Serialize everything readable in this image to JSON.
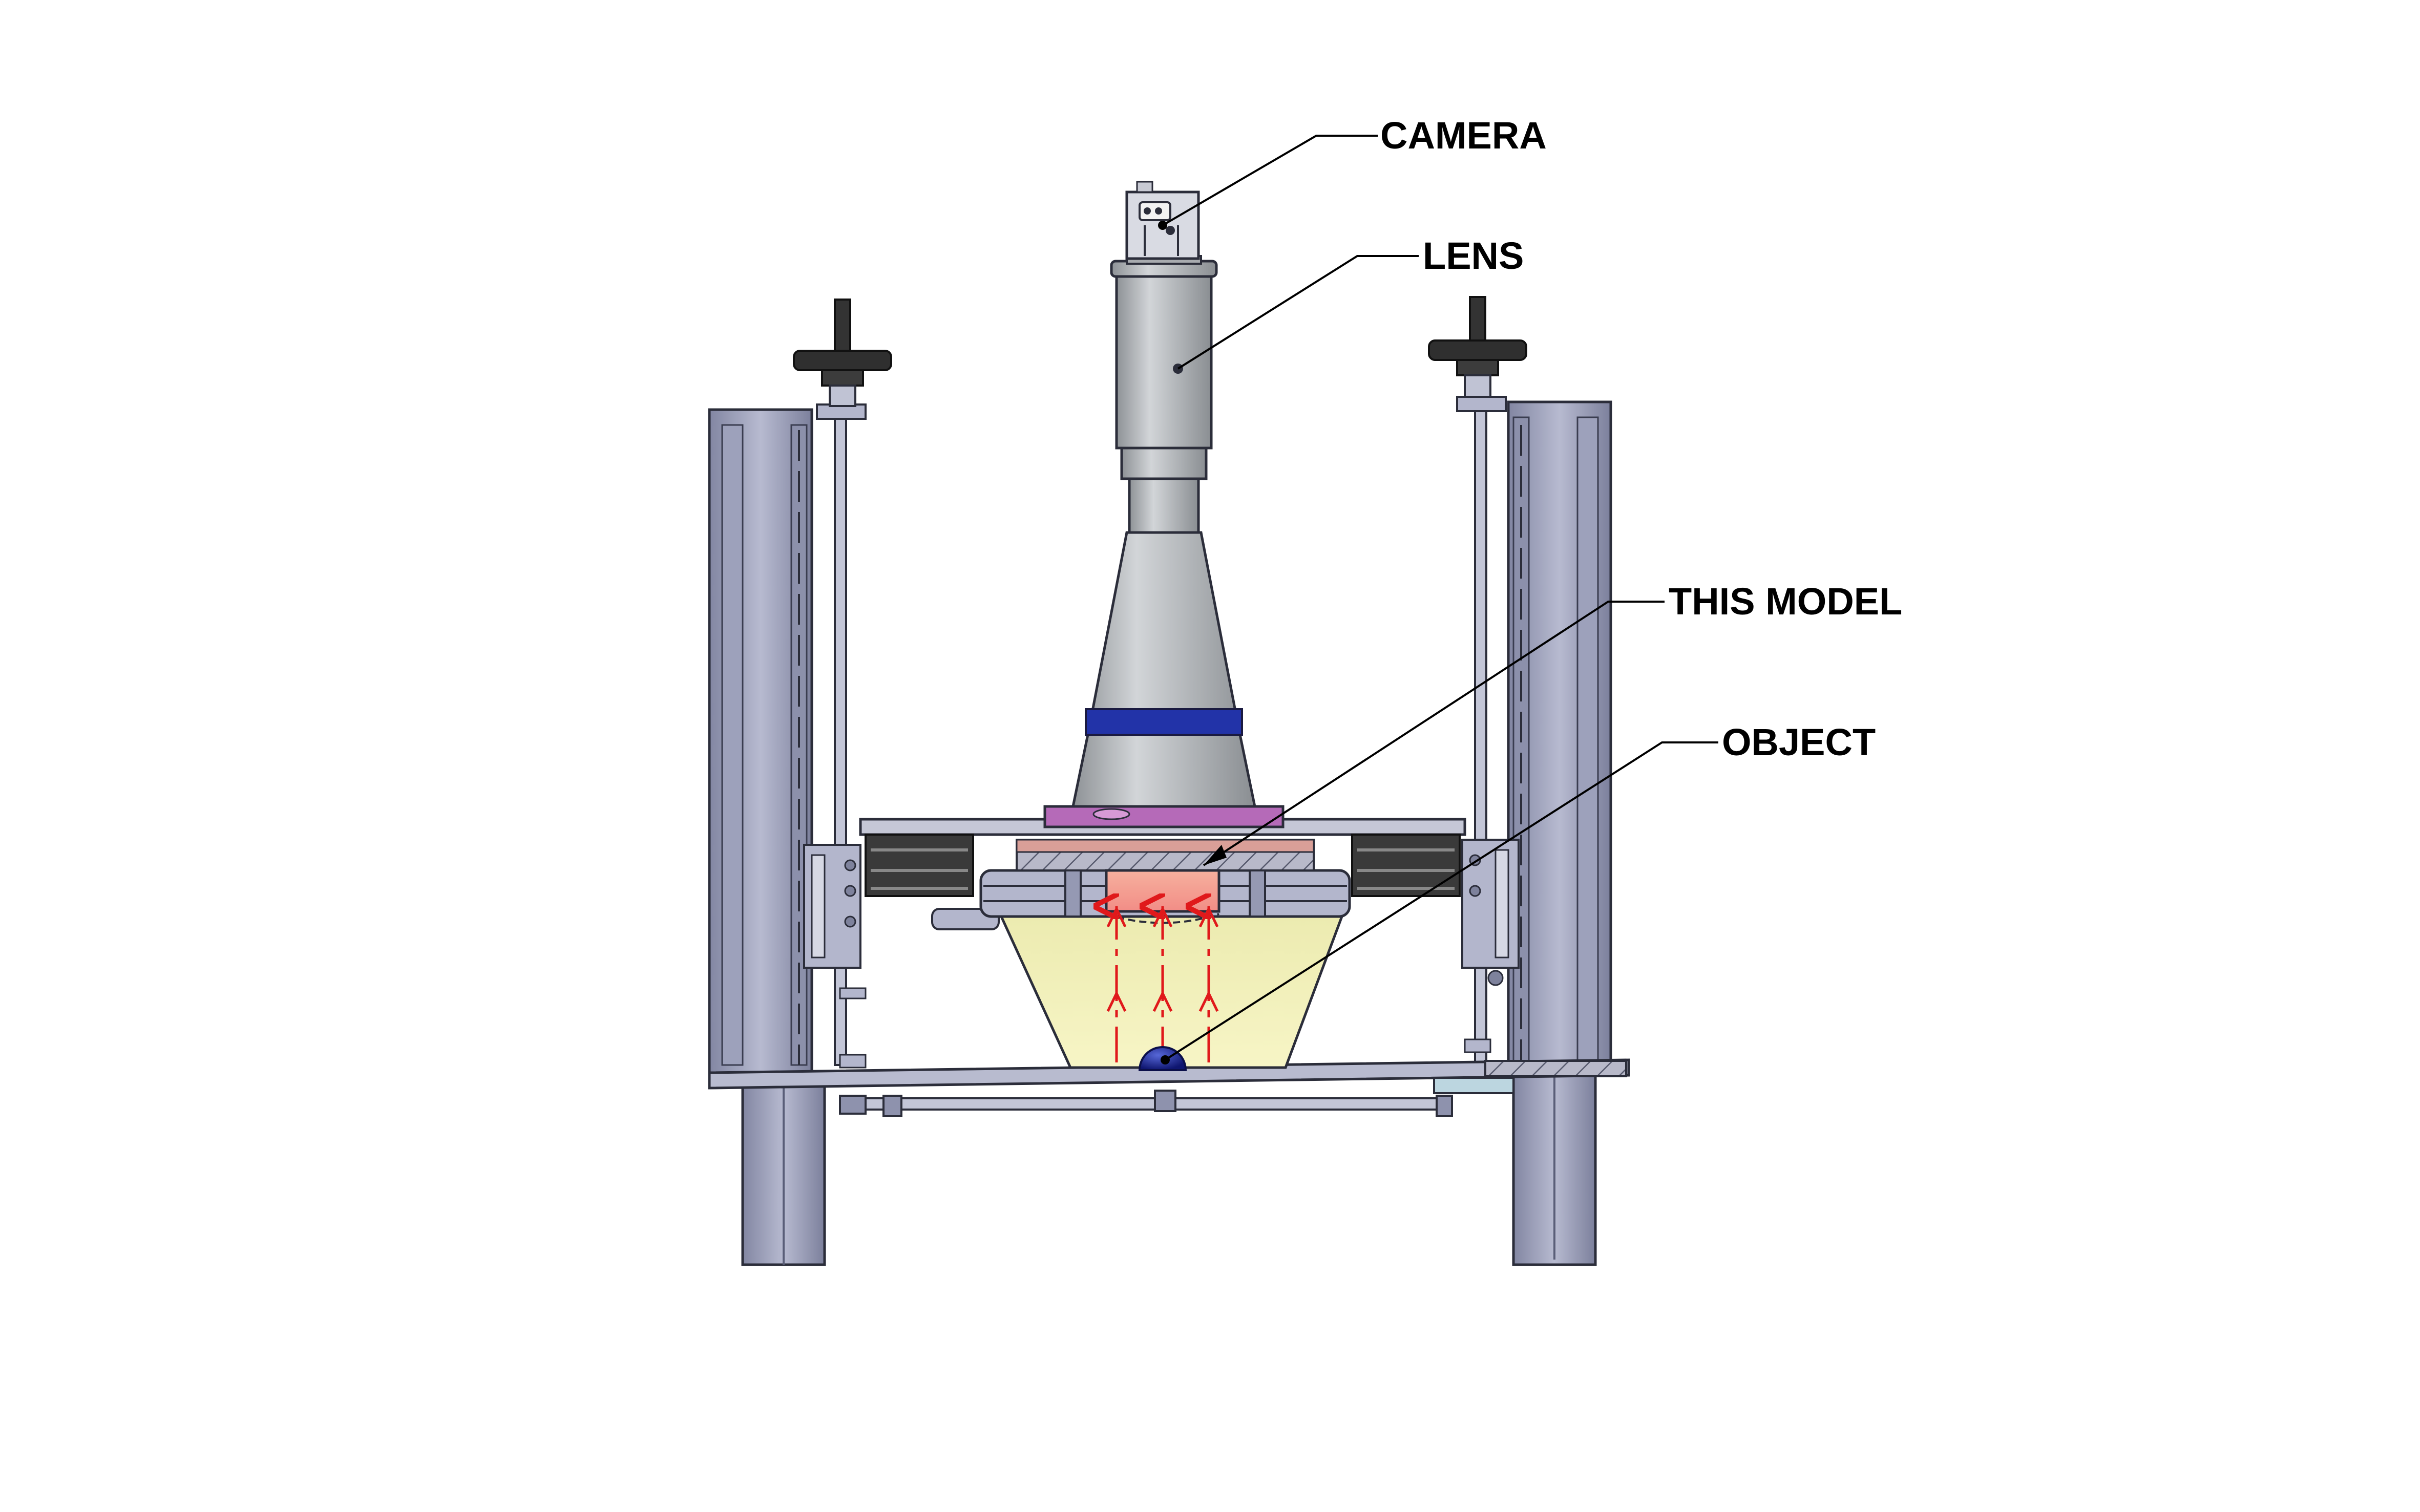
{
  "labels": {
    "camera": "CAMERA",
    "lens": "LENS",
    "this_model": "THIS MODEL",
    "object": "OBJECT"
  },
  "colors": {
    "frame": "#a7abc3",
    "frame_dark": "#6f7390",
    "lens_body": "#b9bcc0",
    "lens_band": "#2233a8",
    "flange": "#b56ab8",
    "model": "#f1a090",
    "cone": "#f3f0b4",
    "object": "#1d2a9c",
    "rays": "#e0191b",
    "clamp": "#bcd6e0"
  }
}
